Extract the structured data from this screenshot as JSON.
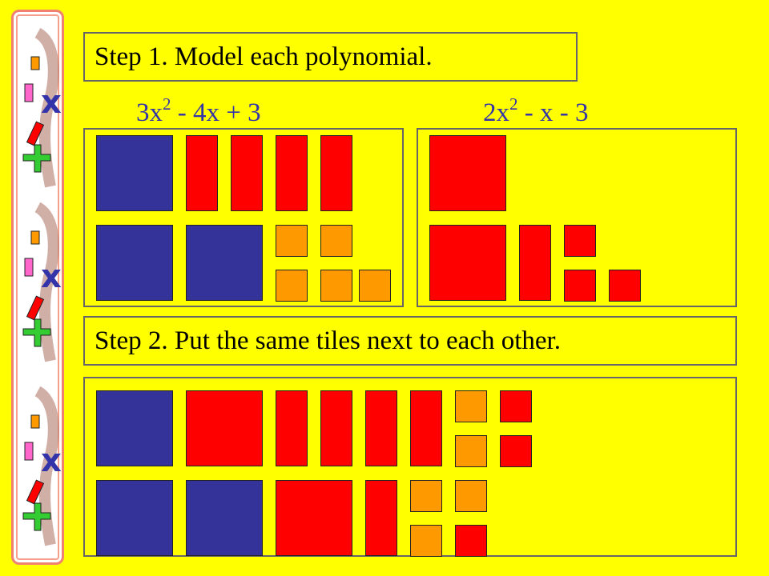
{
  "step1": {
    "label": "Step 1. Model each polynomial."
  },
  "step2": {
    "label": "Step 2. Put the same tiles next to each other."
  },
  "polynomials": [
    {
      "coef": "3x",
      "exp": "2",
      "rest": " - 4x + 3"
    },
    {
      "coef": "2x",
      "exp": "2",
      "rest": " - x - 3"
    }
  ],
  "tile_colors": {
    "positive_x2": "#333399",
    "negative": "#ff0000",
    "positive_unit": "#ff9900"
  }
}
